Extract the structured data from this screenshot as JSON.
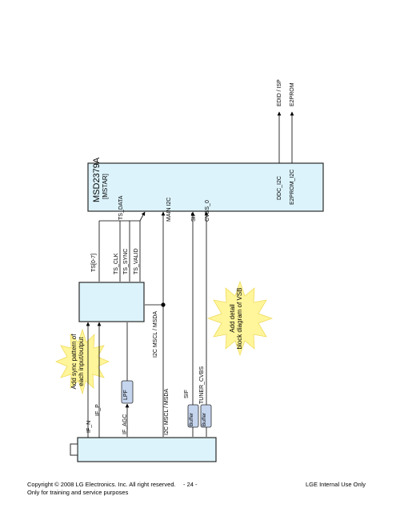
{
  "chip": {
    "name": "MSD2379A",
    "vendor": "[MSTAR]",
    "pins": {
      "ts_data": "TS_DATA",
      "main_i2c": "MAIN I2C",
      "sif": "SIF",
      "cvbs": "CVBS_0",
      "ddc_i2c": "DDC_I2C",
      "eeprom_i2c": "E2PROM_I2C"
    }
  },
  "outputs": {
    "edid": "EDID / ISP",
    "e2prom": "E2PROM"
  },
  "demod": {
    "ts_bus": "TS[0-7]",
    "ts_clk": "TS_CLK",
    "ts_sync": "TS_SYNC",
    "ts_valid": "TS_VALID",
    "i2c_label": "I2C MSCL / MSDA"
  },
  "tuner": {
    "if_n": "IF_N",
    "if_p": "IF_P",
    "if_agc": "IF_AGC",
    "i2c_label": "I2C MSCL / MSDA",
    "sif": "SIF",
    "cvbs": "TUNER_CVBS",
    "lpf": "LPF",
    "buffer": "Buffer"
  },
  "notes": {
    "sync": [
      "Add sync pattern of",
      "each input/output"
    ],
    "vsb": [
      "Add detail",
      "block diagram of VSB"
    ]
  },
  "colors": {
    "block_fill": "#dcf3fb",
    "border": "#2a2a2a",
    "buffer_fill": "#c5d5ee",
    "burst": "#fff59a"
  },
  "footer": {
    "copyright": "Copyright © 2008 LG Electronics. Inc. All right reserved.",
    "training": "Only for training and service purposes",
    "page": "- 24 -",
    "internal": "LGE Internal Use Only"
  }
}
